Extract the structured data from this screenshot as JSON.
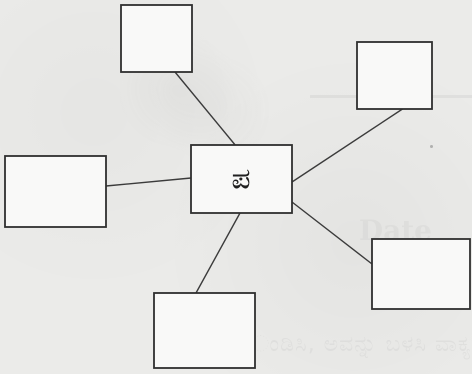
{
  "background": {
    "date_label": "Date",
    "footer_text": "ಂಡಿಸಿ, ಅವನ್ನು ಬಳಸಿ ವಾಕ್ಯ ರಚಿಸಿ"
  },
  "diagram": {
    "center": {
      "label": "ಪ"
    },
    "nodes": [
      {
        "id": "top",
        "label": ""
      },
      {
        "id": "top-right",
        "label": ""
      },
      {
        "id": "left",
        "label": ""
      },
      {
        "id": "bottom",
        "label": ""
      },
      {
        "id": "bottom-right",
        "label": ""
      }
    ]
  }
}
